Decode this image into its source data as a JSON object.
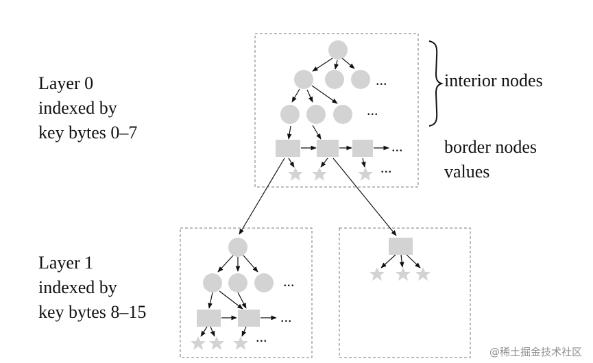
{
  "layer0": {
    "title": "Layer 0",
    "line2": "indexed by",
    "line3": "key bytes 0–7"
  },
  "layer1": {
    "title": "Layer 1",
    "line2": "indexed by",
    "line3": "key bytes 8–15"
  },
  "legend": {
    "interior": "interior nodes",
    "border": "border nodes",
    "values": "values"
  },
  "ellipsis": "...",
  "watermark": "@稀土掘金技术社区",
  "colors": {
    "node_fill": "#d3d3d3",
    "edge": "#111111",
    "box_border": "#777777"
  }
}
